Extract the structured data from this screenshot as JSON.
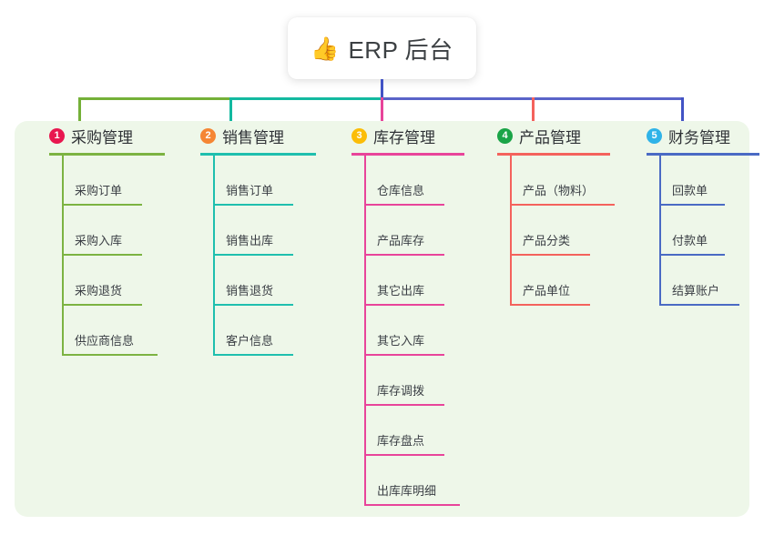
{
  "root": {
    "icon": "thumbs-up-icon",
    "emoji": "👍",
    "title": "ERP 后台"
  },
  "palette": {
    "panel_bg": "#eef7e9",
    "page_bg": "#ffffff",
    "stem": "#4253c5",
    "text": "#3b3f45",
    "title_text": "#2f3236"
  },
  "connectors": {
    "segments": [
      {
        "name": "bar-green",
        "color": "#74b038"
      },
      {
        "name": "bar-teal",
        "color": "#13b9a0"
      },
      {
        "name": "bar-blue",
        "color": "#5a64c8"
      }
    ],
    "drops": [
      {
        "name": "drop-purchasing",
        "color": "#74b038"
      },
      {
        "name": "drop-sales",
        "color": "#13b9a0"
      },
      {
        "name": "drop-inventory",
        "color": "#e8449a"
      },
      {
        "name": "drop-product",
        "color": "#f4625c"
      },
      {
        "name": "drop-finance",
        "color": "#4253c5"
      }
    ]
  },
  "columns": [
    {
      "number": "1",
      "title": "采购管理",
      "badge_color": "#e8174f",
      "line_color": "#7cb342",
      "head_rule_width": 127,
      "items": [
        {
          "label": "采购订单",
          "rule_width": 88
        },
        {
          "label": "采购入库",
          "rule_width": 88
        },
        {
          "label": "采购退货",
          "rule_width": 88
        },
        {
          "label": "供应商信息",
          "rule_width": 105
        }
      ]
    },
    {
      "number": "2",
      "title": "销售管理",
      "badge_color": "#f58634",
      "line_color": "#1fbfae",
      "head_rule_width": 127,
      "items": [
        {
          "label": "销售订单",
          "rule_width": 88
        },
        {
          "label": "销售出库",
          "rule_width": 88
        },
        {
          "label": "销售退货",
          "rule_width": 88
        },
        {
          "label": "客户信息",
          "rule_width": 88
        }
      ]
    },
    {
      "number": "3",
      "title": "库存管理",
      "badge_color": "#fbbd08",
      "line_color": "#e8449a",
      "head_rule_width": 124,
      "items": [
        {
          "label": "仓库信息",
          "rule_width": 88
        },
        {
          "label": "产品库存",
          "rule_width": 88
        },
        {
          "label": "其它出库",
          "rule_width": 88
        },
        {
          "label": "其它入库",
          "rule_width": 88
        },
        {
          "label": "库存调拨",
          "rule_width": 88
        },
        {
          "label": "库存盘点",
          "rule_width": 88
        },
        {
          "label": "出库库明细",
          "rule_width": 105
        }
      ]
    },
    {
      "number": "4",
      "title": "产品管理",
      "badge_color": "#1aa447",
      "line_color": "#f4625c",
      "head_rule_width": 124,
      "items": [
        {
          "label": "产品（物料）",
          "rule_width": 115
        },
        {
          "label": "产品分类",
          "rule_width": 88
        },
        {
          "label": "产品单位",
          "rule_width": 88
        }
      ]
    },
    {
      "number": "5",
      "title": "财务管理",
      "badge_color": "#2fb3e8",
      "line_color": "#4a6ac4",
      "head_rule_width": 124,
      "items": [
        {
          "label": "回款单",
          "rule_width": 72
        },
        {
          "label": "付款单",
          "rule_width": 72
        },
        {
          "label": "结算账户",
          "rule_width": 88
        }
      ]
    }
  ]
}
